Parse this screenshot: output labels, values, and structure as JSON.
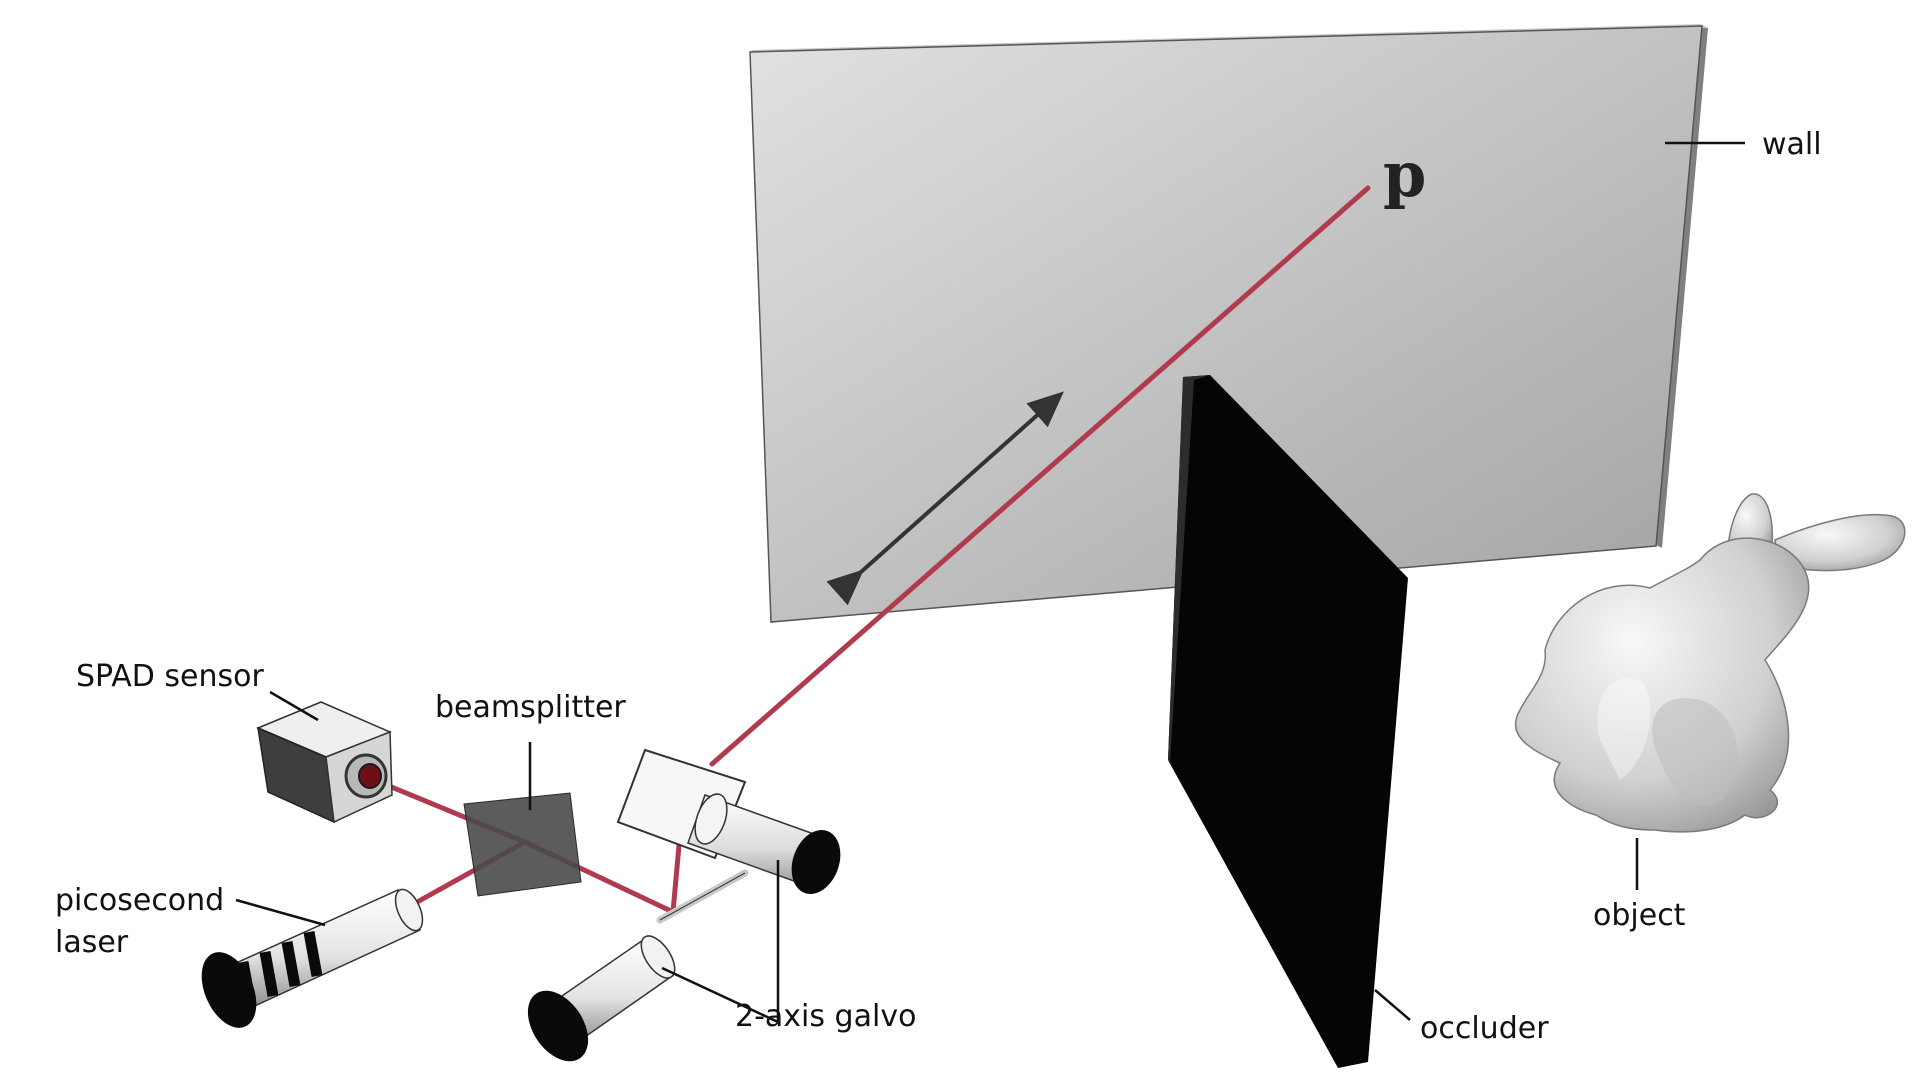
{
  "labels": {
    "wall": "wall",
    "point": "p",
    "spad": "SPAD sensor",
    "beamsplitter": "beamsplitter",
    "laser_line1": "picosecond",
    "laser_line2": "laser",
    "galvo": "2-axis galvo",
    "occluder": "occluder",
    "object": "object"
  },
  "colors": {
    "beam": "#b03a4e",
    "wall_light": "#e2e2e2",
    "wall_dark": "#a2a2a2",
    "occluder": "#050505",
    "beamsplitter": "#4a4a4a",
    "arrow": "#333333"
  }
}
